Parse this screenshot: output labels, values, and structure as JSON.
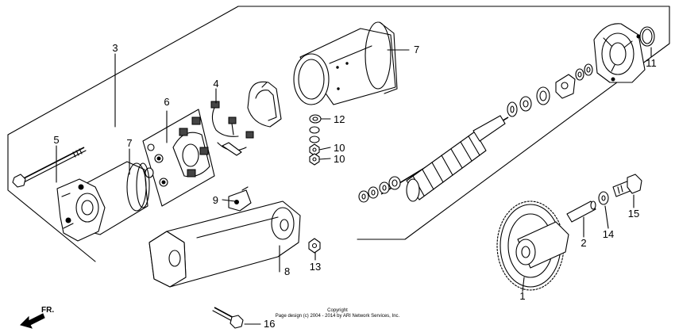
{
  "callouts": {
    "c1": "1",
    "c2": "2",
    "c3": "3",
    "c4": "4",
    "c5": "5",
    "c6": "6",
    "c7a": "7",
    "c7b": "7",
    "c8": "8",
    "c9": "9",
    "c10a": "10",
    "c10b": "10",
    "c11": "11",
    "c12": "12",
    "c13": "13",
    "c14": "14",
    "c15": "15",
    "c16": "16"
  },
  "direction": {
    "label": "FR."
  },
  "copyright": {
    "line1": "Copyright",
    "line2": "Page design (c) 2004 - 2014 by ARI Network Services, Inc."
  }
}
